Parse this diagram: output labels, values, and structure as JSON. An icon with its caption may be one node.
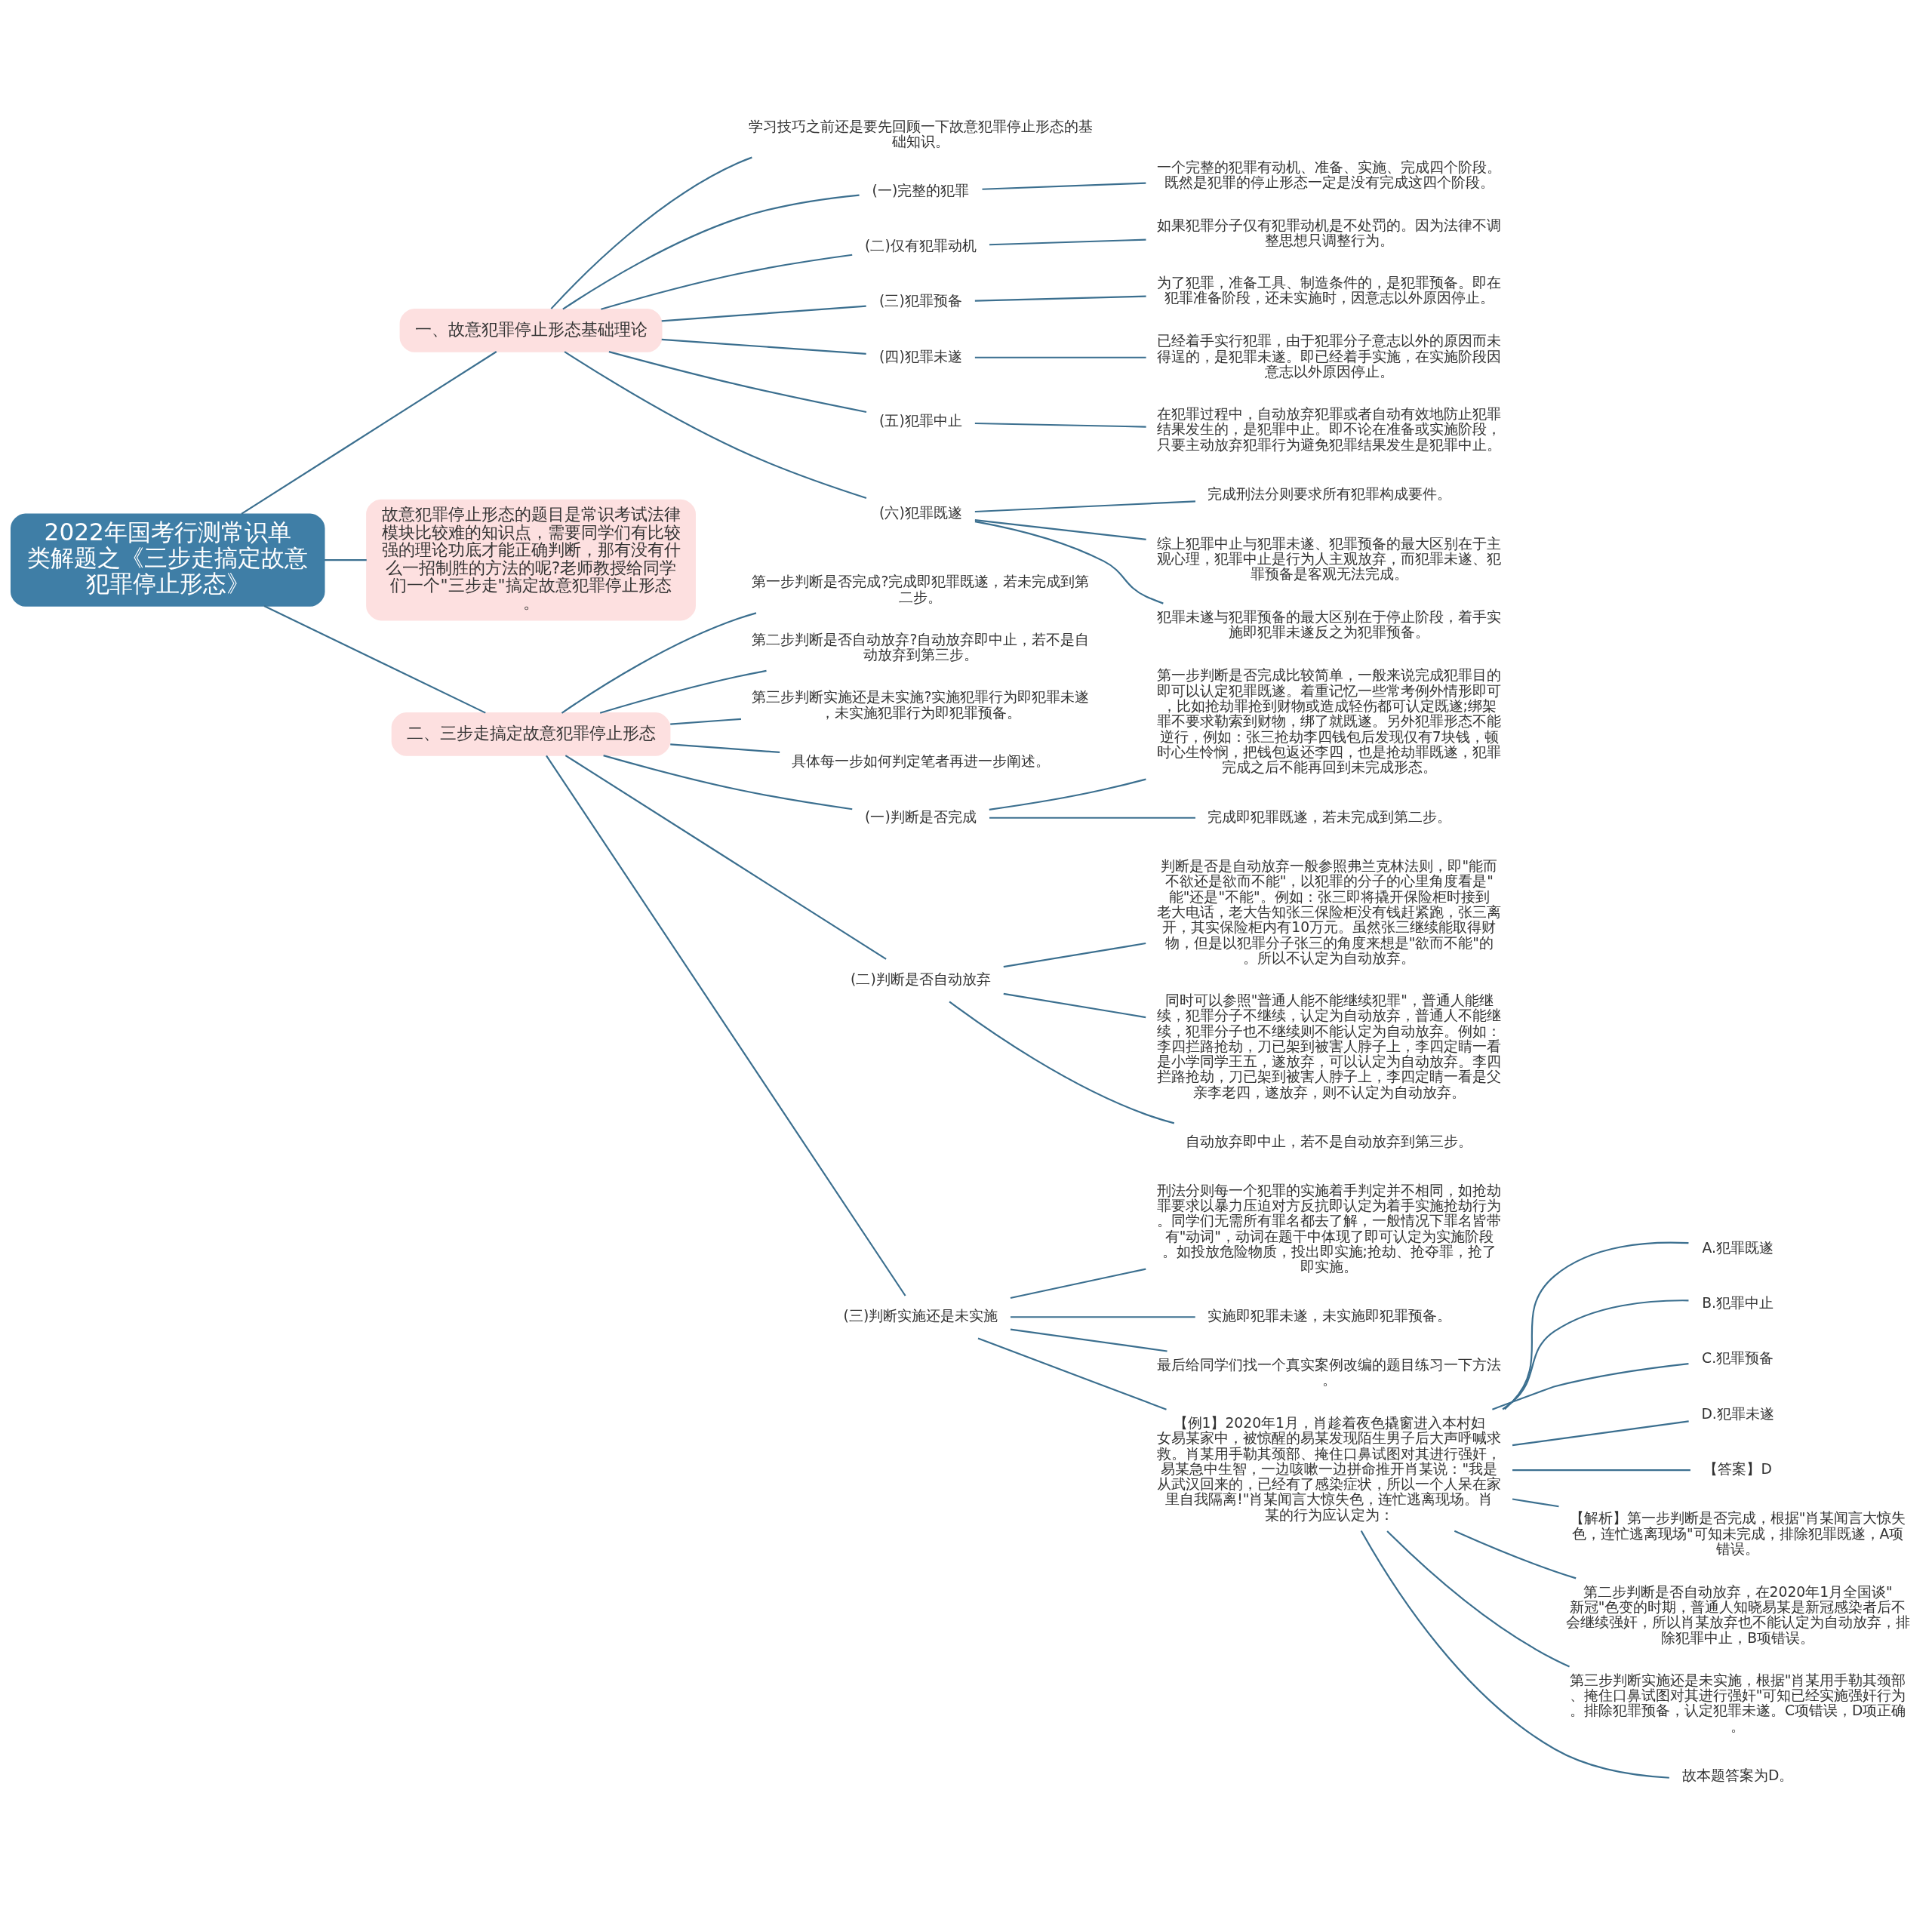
{
  "diagram": {
    "nodes": [
      {
        "text": [
          "2022年国考行测常识单类解题之《三步走搞定故意犯罪停止形态》"
        ]
      },
      {
        "text": [
          "一、故意犯罪停止形态基础理论"
        ]
      },
      {
        "text": [
          "学习技巧之前还是要先回顾一下故意犯罪停止形态的基础知识。"
        ]
      },
      {
        "text": [
          "(一)完整的犯罪"
        ]
      },
      {
        "text": [
          "一个完整的犯罪有动机、准备、实施、完成四个阶段。既然是犯罪的停止形态一定是没有完成这四个阶段。"
        ]
      },
      {
        "text": [
          "(二)仅有犯罪动机"
        ]
      },
      {
        "text": [
          "如果犯罪分子仅有犯罪动机是不处罚的。因为法律不调整思想只调整行为。"
        ]
      },
      {
        "text": [
          "(三)犯罪预备"
        ]
      },
      {
        "text": [
          "为了犯罪，准备工具、制造条件的，是犯罪预备。即在犯罪准备阶段，还未实施时，因意志以外原因停止。"
        ]
      },
      {
        "text": [
          "(四)犯罪未遂"
        ]
      },
      {
        "text": [
          "已经着手实行犯罪，由于犯罪分子意志以外的原因而未得逞的，是犯罪未遂。即已经着手实施，在实施阶段因意志以外原因停止。"
        ]
      },
      {
        "text": [
          "(五)犯罪中止"
        ]
      },
      {
        "text": [
          "在犯罪过程中，自动放弃犯罪或者自动有效地防止犯罪结果发生的，是犯罪中止。即不论在准备或实施阶段，只要主动放弃犯罪行为避免犯罪结果发生是犯罪中止。"
        ]
      },
      {
        "text": [
          "(六)犯罪既遂"
        ]
      },
      {
        "text": [
          "完成刑法分则要求所有犯罪构成要件。"
        ]
      },
      {
        "text": [
          "综上犯罪中止与犯罪未遂、犯罪预备的最大区别在于主观心理，犯罪中止是行为人主观放弃，而犯罪未遂、犯罪预备是客观无法完成。"
        ]
      },
      {
        "text": [
          "犯罪未遂与犯罪预备的最大区别在于停止阶段，着手实施即犯罪未遂反之为犯罪预备。"
        ]
      },
      {
        "text": [
          "故意犯罪停止形态的题目是常识考试法律模块比较难的知识点，需要同学们有比较强的理论功底才能正确判断，那有没有什么一招制胜的方法的呢?老师教授给同学们一个\"三步走\"搞定故意犯罪停止形态。"
        ]
      },
      {
        "text": [
          "二、三步走搞定故意犯罪停止形态"
        ]
      },
      {
        "text": [
          "第一步判断是否完成?完成即犯罪既遂，若未完成到第二步。"
        ]
      },
      {
        "text": [
          "第二步判断是否自动放弃?自动放弃即中止，若不是自动放弃到第三步。"
        ]
      },
      {
        "text": [
          "第三步判断实施还是未实施?实施犯罪行为即犯罪未遂，未实施犯罪行为即犯罪预备。"
        ]
      },
      {
        "text": [
          "具体每一步如何判定笔者再进一步阐述。"
        ]
      },
      {
        "text": [
          "(一)判断是否完成"
        ]
      },
      {
        "text": [
          "第一步判断是否完成比较简单，一般来说完成犯罪目的即可以认定犯罪既遂。着重记忆一些常考例外情形即可，比如抢劫罪抢到财物或造成轻伤都可认定既遂;绑架罪不要求勒索到财物，绑了就既遂。另外犯罪形态不能逆行，例如：张三抢劫李四钱包后发现仅有7块钱，顿时心生怜悯，把钱包返还李四，也是抢劫罪既遂，犯罪完成之后不能再回到未完成形态。"
        ]
      },
      {
        "text": [
          "完成即犯罪既遂，若未完成到第二步。"
        ]
      },
      {
        "text": [
          "(二)判断是否自动放弃"
        ]
      },
      {
        "text": [
          "判断是否是自动放弃一般参照弗兰克林法则，即\"能而不欲还是欲而不能\"，以犯罪的分子的心里角度看是\"能\"还是\"不能\"。例如：张三即将撬开保险柜时接到老大电话，老大告知张三保险柜没有钱赶紧跑，张三离开，其实保险柜内有10万元。虽然张三继续能取得财物，但是以犯罪分子张三的角度来想是\"欲而不能\"的。所以不认定为自动放弃。"
        ]
      },
      {
        "text": [
          "同时可以参照\"普通人能不能继续犯罪\"，普通人能继续，犯罪分子不继续，认定为自动放弃，普通人不能继续，犯罪分子也不继续则不能认定为自动放弃。例如：李四拦路抢劫，刀已架到被害人脖子上，李四定睛一看是小学同学王五，遂放弃，可以认定为自动放弃。李四拦路抢劫，刀已架到被害人脖子上，李四定睛一看是父亲李老四，遂放弃，则不认定为自动放弃。"
        ]
      },
      {
        "text": [
          "自动放弃即中止，若不是自动放弃到第三步。"
        ]
      },
      {
        "text": [
          "(三)判断实施还是未实施"
        ]
      },
      {
        "text": [
          "刑法分则每一个犯罪的实施着手判定并不相同，如抢劫罪要求以暴力压迫对方反抗即认定为着手实施抢劫行为。同学们无需所有罪名都去了解，一般情况下罪名皆带有\"动词\"，动词在题干中体现了即可认定为实施阶段。如投放危险物质，投出即实施;抢劫、抢夺罪，抢了即实施。"
        ]
      },
      {
        "text": [
          "实施即犯罪未遂，未实施即犯罪预备。"
        ]
      },
      {
        "text": [
          "最后给同学们找一个真实案例改编的题目练习一下方法。"
        ]
      },
      {
        "text": [
          "【例1】2020年1月，肖趁着夜色撬窗进入本村妇女易某家中，被惊醒的易某发现陌生男子后大声呼喊求救。肖某用手勒其颈部、掩住口鼻试图对其进行强奸，易某急中生智，一边咳嗽一边拼命推开肖某说：\"我是从武汉回来的，已经有了感染症状，所以一个人呆在家里自我隔离!\"肖某闻言大惊失色，连忙逃离现场。肖某的行为应认定为："
        ]
      },
      {
        "text": [
          "A.犯罪既遂"
        ]
      },
      {
        "text": [
          "B.犯罪中止"
        ]
      },
      {
        "text": [
          "C.犯罪预备"
        ]
      },
      {
        "text": [
          "D.犯罪未遂"
        ]
      },
      {
        "text": [
          "【答案】D"
        ]
      },
      {
        "text": [
          "【解析】第一步判断是否完成，根据\"肖某闻言大惊失色，连忙逃离现场\"可知未完成，排除犯罪既遂，A项错误。"
        ]
      },
      {
        "text": [
          "第二步判断是否自动放弃，在2020年1月全国谈\"新冠\"色变的时期，普通人知晓易某是新冠感染者后不会继续强奸，所以肖某放弃也不能认定为自动放弃，排除犯罪中止，B项错误。"
        ]
      },
      {
        "text": [
          "第三步判断实施还是未实施，根据\"肖某用手勒其颈部、掩住口鼻试图对其进行强奸\"可知已经实施强奸行为。排除犯罪预备，认定犯罪未遂。C项错误，D项正确。"
        ]
      },
      {
        "text": [
          "故本题答案为D。"
        ]
      }
    ],
    "edges": [
      {
        "from": 0,
        "to": 1,
        "arrow": "none"
      },
      {
        "from": 1,
        "to": 2,
        "arrow": "none"
      },
      {
        "from": 1,
        "to": 3,
        "arrow": "none"
      },
      {
        "from": 3,
        "to": 4,
        "arrow": "none"
      },
      {
        "from": 1,
        "to": 5,
        "arrow": "none"
      },
      {
        "from": 5,
        "to": 6,
        "arrow": "none"
      },
      {
        "from": 1,
        "to": 7,
        "arrow": "none"
      },
      {
        "from": 7,
        "to": 8,
        "arrow": "none"
      },
      {
        "from": 1,
        "to": 9,
        "arrow": "none"
      },
      {
        "from": 9,
        "to": 10,
        "arrow": "none"
      },
      {
        "from": 1,
        "to": 11,
        "arrow": "none"
      },
      {
        "from": 11,
        "to": 12,
        "arrow": "none"
      },
      {
        "from": 1,
        "to": 13,
        "arrow": "none"
      },
      {
        "from": 13,
        "to": 14,
        "arrow": "none"
      },
      {
        "from": 13,
        "to": 15,
        "arrow": "none"
      },
      {
        "from": 13,
        "to": 16,
        "arrow": "none"
      },
      {
        "from": 0,
        "to": 17,
        "arrow": "none"
      },
      {
        "from": 0,
        "to": 18,
        "arrow": "none"
      },
      {
        "from": 18,
        "to": 19,
        "arrow": "none"
      },
      {
        "from": 18,
        "to": 20,
        "arrow": "none"
      },
      {
        "from": 18,
        "to": 21,
        "arrow": "none"
      },
      {
        "from": 18,
        "to": 22,
        "arrow": "none"
      },
      {
        "from": 18,
        "to": 23,
        "arrow": "none"
      },
      {
        "from": 23,
        "to": 24,
        "arrow": "none"
      },
      {
        "from": 23,
        "to": 25,
        "arrow": "none"
      },
      {
        "from": 18,
        "to": 26,
        "arrow": "none"
      },
      {
        "from": 26,
        "to": 27,
        "arrow": "none"
      },
      {
        "from": 26,
        "to": 28,
        "arrow": "none"
      },
      {
        "from": 26,
        "to": 29,
        "arrow": "none"
      },
      {
        "from": 18,
        "to": 30,
        "arrow": "none"
      },
      {
        "from": 30,
        "to": 31,
        "arrow": "none"
      },
      {
        "from": 30,
        "to": 32,
        "arrow": "none"
      },
      {
        "from": 30,
        "to": 33,
        "arrow": "none"
      },
      {
        "from": 30,
        "to": 34,
        "arrow": "none"
      },
      {
        "from": 34,
        "to": 35,
        "arrow": "none"
      },
      {
        "from": 34,
        "to": 36,
        "arrow": "none"
      },
      {
        "from": 34,
        "to": 37,
        "arrow": "none"
      },
      {
        "from": 34,
        "to": 38,
        "arrow": "none"
      },
      {
        "from": 34,
        "to": 39,
        "arrow": "none"
      },
      {
        "from": 34,
        "to": 40,
        "arrow": "none"
      },
      {
        "from": 34,
        "to": 41,
        "arrow": "none"
      },
      {
        "from": 34,
        "to": 42,
        "arrow": "none"
      },
      {
        "from": 34,
        "to": 43,
        "arrow": "none"
      }
    ]
  }
}
